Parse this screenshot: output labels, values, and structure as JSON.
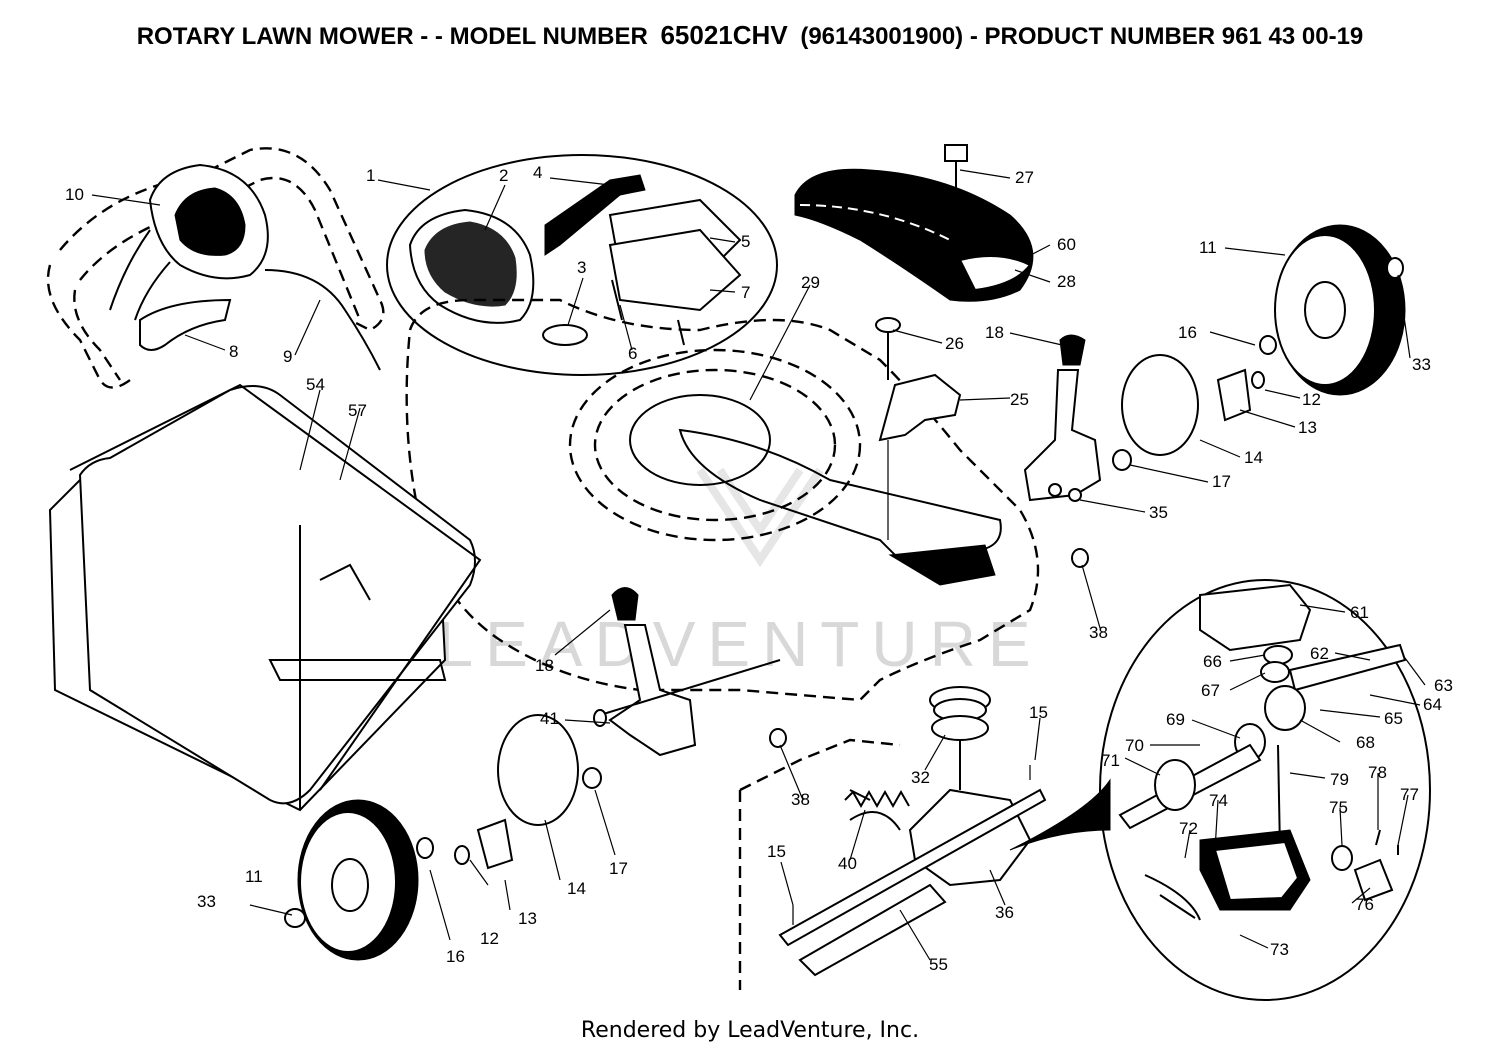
{
  "header": {
    "prefix": "ROTARY LAWN MOWER - - MODEL NUMBER",
    "model": "65021CHV",
    "suffix": "(96143001900) - PRODUCT NUMBER 961 43 00-19"
  },
  "watermark": "LEADVENTURE",
  "footer": "Rendered by LeadVenture, Inc.",
  "callouts": [
    {
      "id": "c1",
      "label": "1"
    },
    {
      "id": "c2",
      "label": "2"
    },
    {
      "id": "c3",
      "label": "3"
    },
    {
      "id": "c4",
      "label": "4"
    },
    {
      "id": "c5",
      "label": "5"
    },
    {
      "id": "c6",
      "label": "6"
    },
    {
      "id": "c7",
      "label": "7"
    },
    {
      "id": "c8",
      "label": "8"
    },
    {
      "id": "c9",
      "label": "9"
    },
    {
      "id": "c10",
      "label": "10"
    },
    {
      "id": "c11a",
      "label": "11"
    },
    {
      "id": "c11b",
      "label": "11"
    },
    {
      "id": "c12a",
      "label": "12"
    },
    {
      "id": "c12b",
      "label": "12"
    },
    {
      "id": "c13a",
      "label": "13"
    },
    {
      "id": "c13b",
      "label": "13"
    },
    {
      "id": "c14a",
      "label": "14"
    },
    {
      "id": "c14b",
      "label": "14"
    },
    {
      "id": "c15a",
      "label": "15"
    },
    {
      "id": "c15b",
      "label": "15"
    },
    {
      "id": "c16a",
      "label": "16"
    },
    {
      "id": "c16b",
      "label": "16"
    },
    {
      "id": "c17a",
      "label": "17"
    },
    {
      "id": "c17b",
      "label": "17"
    },
    {
      "id": "c18a",
      "label": "18"
    },
    {
      "id": "c18b",
      "label": "18"
    },
    {
      "id": "c25",
      "label": "25"
    },
    {
      "id": "c26",
      "label": "26"
    },
    {
      "id": "c27",
      "label": "27"
    },
    {
      "id": "c28",
      "label": "28"
    },
    {
      "id": "c29",
      "label": "29"
    },
    {
      "id": "c32",
      "label": "32"
    },
    {
      "id": "c33a",
      "label": "33"
    },
    {
      "id": "c33b",
      "label": "33"
    },
    {
      "id": "c35",
      "label": "35"
    },
    {
      "id": "c36",
      "label": "36"
    },
    {
      "id": "c38a",
      "label": "38"
    },
    {
      "id": "c38b",
      "label": "38"
    },
    {
      "id": "c40",
      "label": "40"
    },
    {
      "id": "c41",
      "label": "41"
    },
    {
      "id": "c54",
      "label": "54"
    },
    {
      "id": "c55",
      "label": "55"
    },
    {
      "id": "c57",
      "label": "57"
    },
    {
      "id": "c60",
      "label": "60"
    },
    {
      "id": "c61",
      "label": "61"
    },
    {
      "id": "c62",
      "label": "62"
    },
    {
      "id": "c63",
      "label": "63"
    },
    {
      "id": "c64",
      "label": "64"
    },
    {
      "id": "c65",
      "label": "65"
    },
    {
      "id": "c66",
      "label": "66"
    },
    {
      "id": "c67",
      "label": "67"
    },
    {
      "id": "c68",
      "label": "68"
    },
    {
      "id": "c69",
      "label": "69"
    },
    {
      "id": "c70",
      "label": "70"
    },
    {
      "id": "c71",
      "label": "71"
    },
    {
      "id": "c72",
      "label": "72"
    },
    {
      "id": "c73",
      "label": "73"
    },
    {
      "id": "c74",
      "label": "74"
    },
    {
      "id": "c75",
      "label": "75"
    },
    {
      "id": "c76",
      "label": "76"
    },
    {
      "id": "c77",
      "label": "77"
    },
    {
      "id": "c78",
      "label": "78"
    },
    {
      "id": "c79",
      "label": "79"
    }
  ]
}
